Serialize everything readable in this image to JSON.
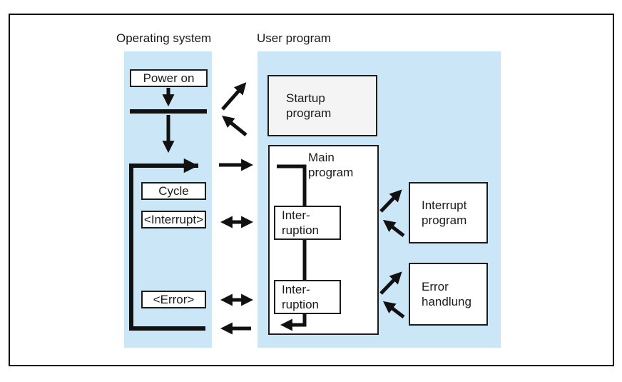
{
  "diagram": {
    "headers": {
      "operating_system": "Operating system",
      "user_program": "User program"
    },
    "os_column": {
      "power_on": "Power on",
      "cycle": "Cycle",
      "interrupt": "<Interrupt>",
      "error": "<Error>"
    },
    "user_program_area": {
      "startup_program": {
        "line1": "Startup",
        "line2": "program"
      },
      "main_program": {
        "line1": "Main",
        "line2": "program"
      },
      "interruption_top": {
        "line1": "Inter-",
        "line2": "ruption"
      },
      "interruption_bottom": {
        "line1": "Inter-",
        "line2": "ruption"
      },
      "interrupt_program": {
        "line1": "Interrupt",
        "line2": "program"
      },
      "error_handling": {
        "line1": "Error",
        "line2": "handlung"
      }
    },
    "colors": {
      "panel_blue": "#cbe6f7",
      "line_black": "#111111",
      "box_border": "#1c1c1c",
      "startup_fill": "#f4f4f4"
    }
  }
}
